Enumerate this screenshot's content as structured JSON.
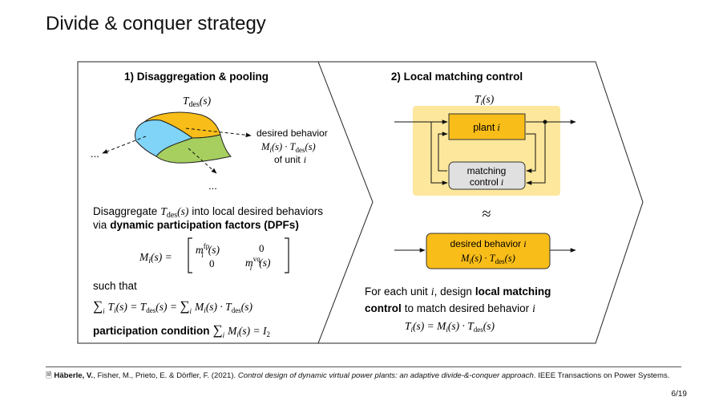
{
  "slide": {
    "title": "Divide & conquer strategy",
    "page_number": "6/19"
  },
  "left_panel": {
    "heading": "1) Disaggregation & pooling",
    "tdes_label": "T",
    "tdes_sub": "des",
    "tdes_arg": "(s)",
    "desired_behavior_line1": "desired behavior",
    "desired_behavior_line2": "M",
    "desired_behavior_line3": "of unit",
    "unit_var": "i",
    "ellipsis_left": "...",
    "ellipsis_bottom": "...",
    "disagg_text_a": "Disaggregate",
    "disagg_text_b": "into local desired behaviors",
    "via_text": "via",
    "dpf_text": "dynamic participation factors (DPFs)",
    "matrix_lhs": "M",
    "matrix_fp": "fp",
    "matrix_vq": "vq",
    "matrix_zero": "0",
    "such_that": "such that",
    "participation_label": "participation condition",
    "identity": "I",
    "identity_sub": "2"
  },
  "right_panel": {
    "heading": "2) Local matching control",
    "ti_label": "T",
    "plant_label": "plant",
    "matching_line1": "matching",
    "matching_line2": "control",
    "approx_symbol": "≈",
    "desired_line1": "desired behavior",
    "for_each_a": "For each unit",
    "for_each_b": ", design",
    "local_matching": "local matching",
    "control_word": "control",
    "match_text": "to match desired behavior"
  },
  "citation": {
    "author_bold": "Häberle, V.",
    "authors_rest": ", Fisher, M., Prieto, E. & Dörfler, F. (2021).",
    "paper_title": "Control design of dynamic virtual power plants: an adaptive divide-&-conquer approach",
    "venue": ". IEEE Transactions on Power Systems."
  },
  "colors": {
    "orange": "#f9bd19",
    "cyan": "#7fd4f7",
    "green": "#a6cf5f",
    "light_yellow": "#fde79c",
    "grey_box": "#e0e0e0"
  }
}
